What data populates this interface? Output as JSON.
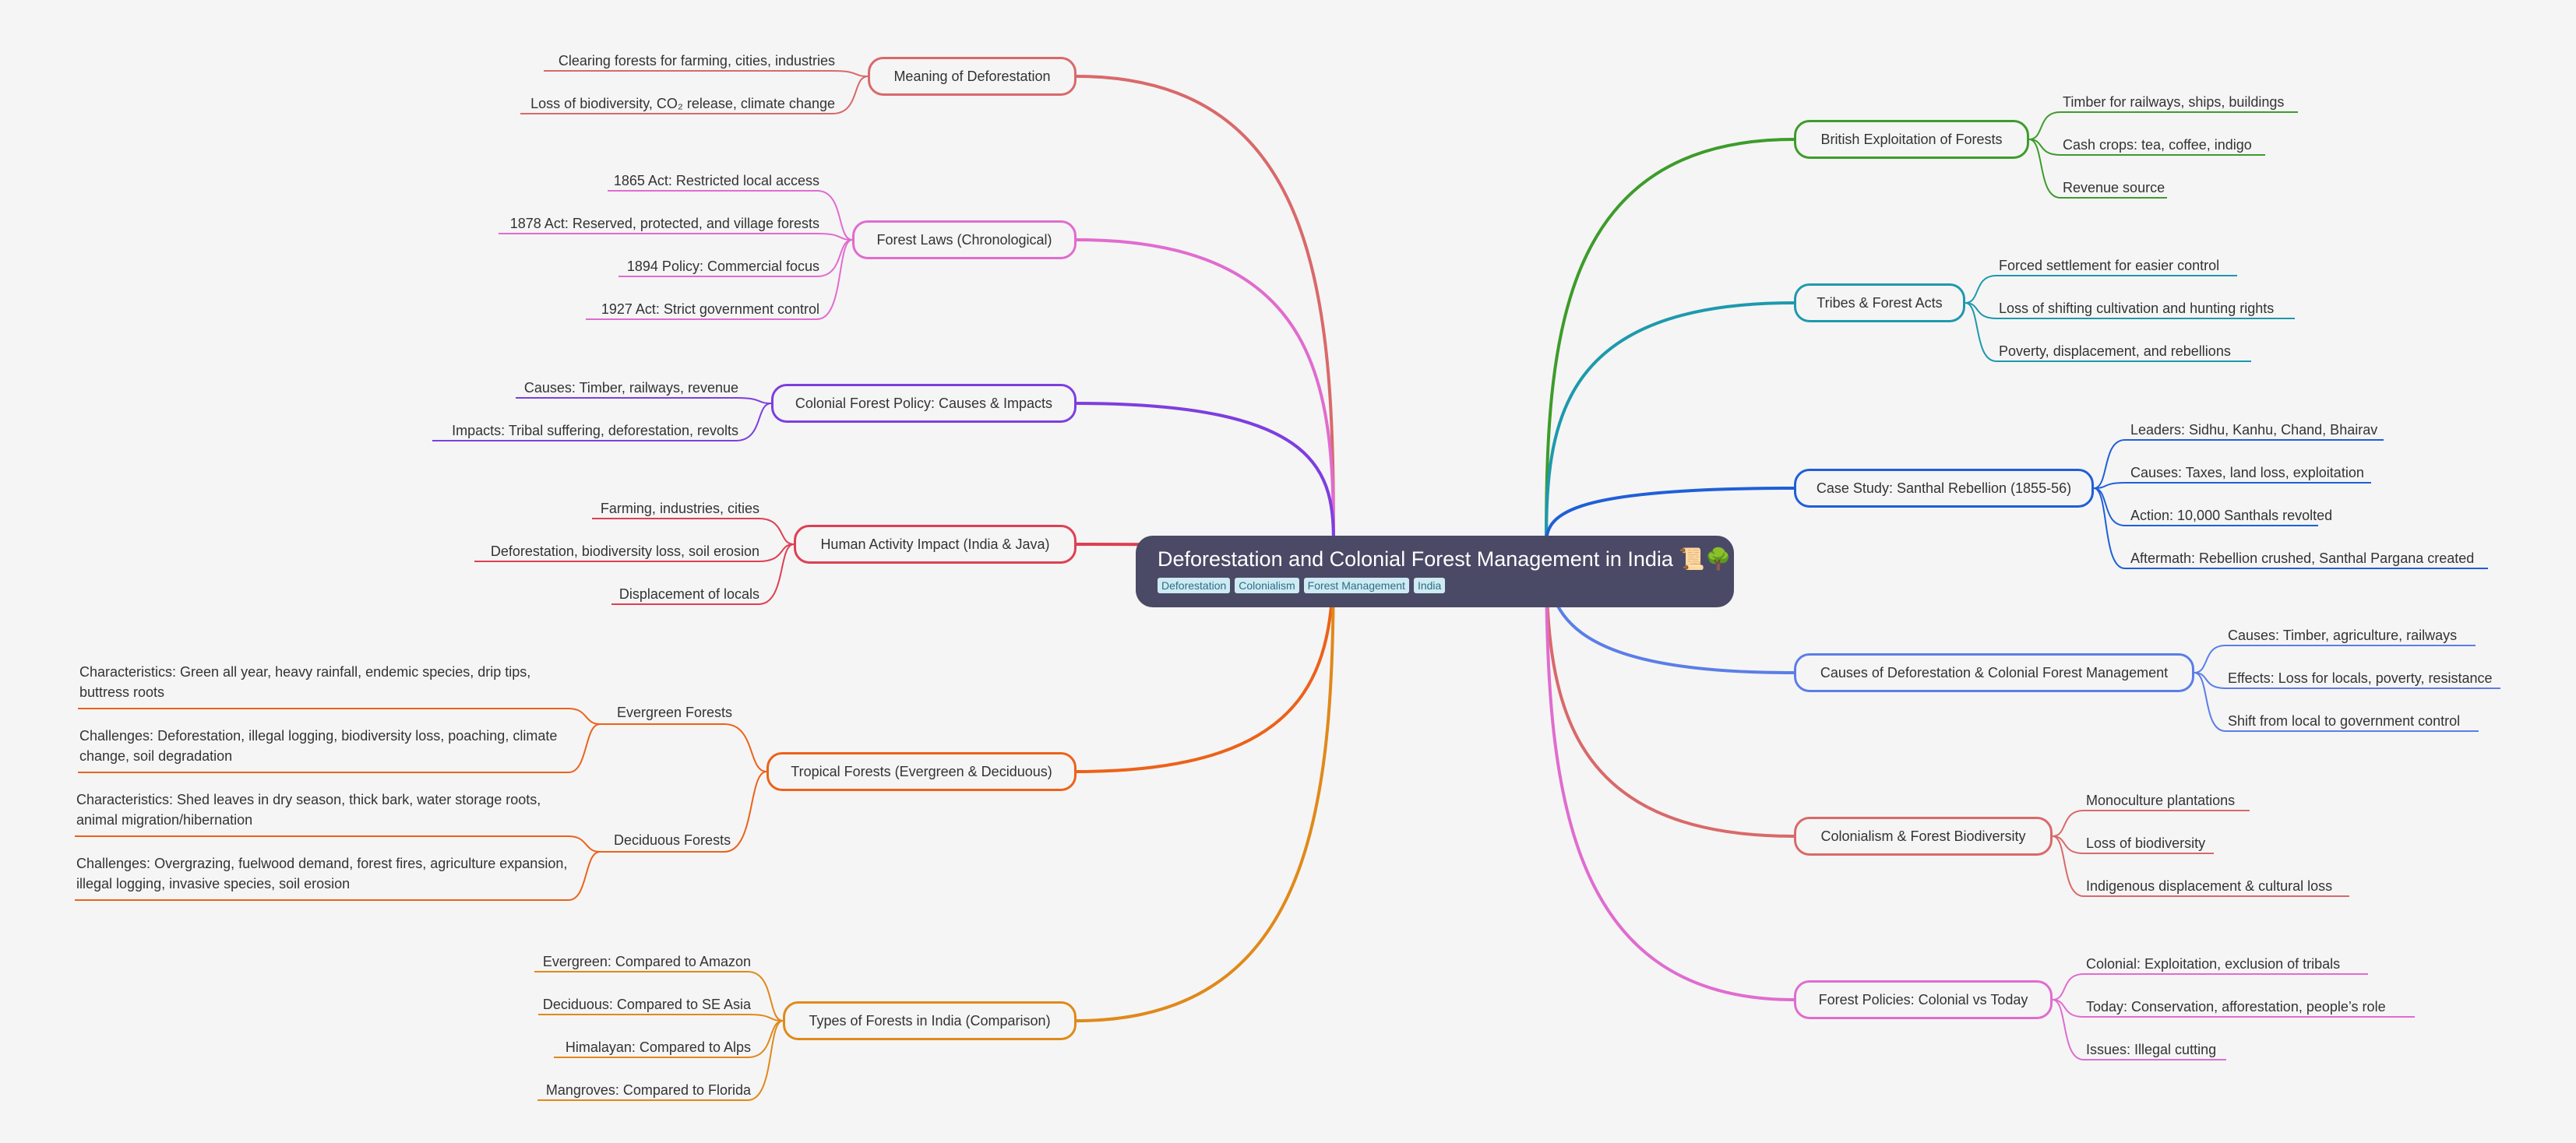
{
  "center": {
    "title": "Deforestation and Colonial Forest Management in India 📜🌳",
    "tags": [
      "Deforestation",
      "Colonialism",
      "Forest Management",
      "India"
    ]
  },
  "colors": {
    "meaning": "#d9696a",
    "laws": "#e06ccf",
    "policy": "#7d3ee0",
    "human": "#de3f52",
    "tropical": "#ec6219",
    "types": "#e0891a",
    "british": "#3d9c2b",
    "tribes": "#1e99ad",
    "santhal": "#1f5fd8",
    "causes": "#5b7ee6",
    "biodiversity": "#d9696a",
    "policies": "#e06ccf"
  },
  "left": {
    "meaning": {
      "label": "Meaning of Deforestation",
      "leaves": [
        "Clearing forests for farming, cities, industries",
        "Loss of biodiversity, CO₂ release, climate change"
      ]
    },
    "laws": {
      "label": "Forest Laws (Chronological)",
      "leaves": [
        "1865 Act: Restricted local access",
        "1878 Act: Reserved, protected, and village forests",
        "1894 Policy: Commercial focus",
        "1927 Act: Strict government control"
      ]
    },
    "policy": {
      "label": "Colonial Forest Policy: Causes & Impacts",
      "leaves": [
        "Causes: Timber, railways, revenue",
        "Impacts: Tribal suffering, deforestation, revolts"
      ]
    },
    "human": {
      "label": "Human Activity Impact (India & Java)",
      "leaves": [
        "Farming, industries, cities",
        "Deforestation, biodiversity loss, soil erosion",
        "Displacement of locals"
      ]
    },
    "tropical": {
      "label": "Tropical Forests (Evergreen & Deciduous)",
      "evergreen": {
        "label": "Evergreen Forests",
        "leaves": [
          "Characteristics: Green all year, heavy rainfall, endemic species, drip tips, buttress roots",
          "Challenges: Deforestation, illegal logging, biodiversity loss, poaching, climate change, soil degradation"
        ]
      },
      "deciduous": {
        "label": "Deciduous Forests",
        "leaves": [
          "Characteristics: Shed leaves in dry season, thick bark, water storage roots, animal migration/hibernation",
          "Challenges: Overgrazing, fuelwood demand, forest fires, agriculture expansion, illegal logging, invasive species, soil erosion"
        ]
      }
    },
    "types": {
      "label": "Types of Forests in India (Comparison)",
      "leaves": [
        "Evergreen: Compared to Amazon",
        "Deciduous: Compared to SE Asia",
        "Himalayan: Compared to Alps",
        "Mangroves: Compared to Florida"
      ]
    }
  },
  "right": {
    "british": {
      "label": "British Exploitation of Forests",
      "leaves": [
        "Timber for railways, ships, buildings",
        "Cash crops: tea, coffee, indigo",
        "Revenue source"
      ]
    },
    "tribes": {
      "label": "Tribes & Forest Acts",
      "leaves": [
        "Forced settlement for easier control",
        "Loss of shifting cultivation and hunting rights",
        "Poverty, displacement, and rebellions"
      ]
    },
    "santhal": {
      "label": "Case Study: Santhal Rebellion (1855-56)",
      "leaves": [
        "Leaders: Sidhu, Kanhu, Chand, Bhairav",
        "Causes: Taxes, land loss, exploitation",
        "Action: 10,000 Santhals revolted",
        "Aftermath: Rebellion crushed, Santhal Pargana created"
      ]
    },
    "causes": {
      "label": "Causes of Deforestation & Colonial Forest Management",
      "leaves": [
        "Causes: Timber, agriculture, railways",
        "Effects: Loss for locals, poverty, resistance",
        "Shift from local to government control"
      ]
    },
    "biodiversity": {
      "label": "Colonialism & Forest Biodiversity",
      "leaves": [
        "Monoculture plantations",
        "Loss of biodiversity",
        "Indigenous displacement & cultural loss"
      ]
    },
    "policies": {
      "label": "Forest Policies: Colonial vs Today",
      "leaves": [
        "Colonial: Exploitation, exclusion of tribals",
        "Today: Conservation, afforestation, people’s role",
        "Issues: Illegal cutting"
      ]
    }
  }
}
